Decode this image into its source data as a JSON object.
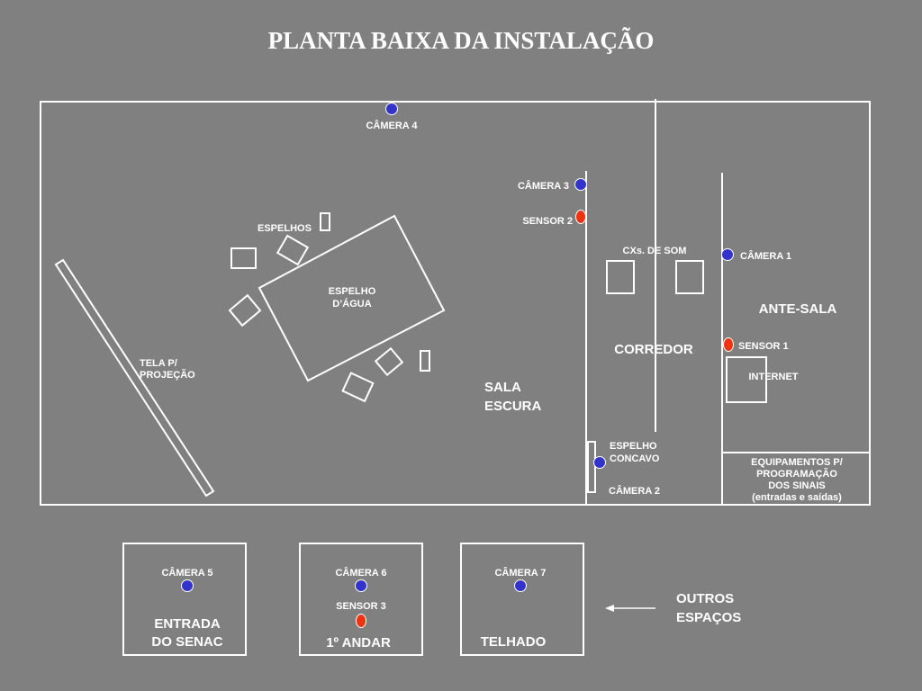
{
  "title": "PLANTA BAIXA DA INSTALAÇÃO",
  "colors": {
    "background": "#808080",
    "line": "#ffffff",
    "camera": "#3333cc",
    "sensor": "#ee3311"
  },
  "rooms": {
    "sala_escura": [
      "SALA",
      "ESCURA"
    ],
    "corredor": "CORREDOR",
    "ante_sala": "ANTE-SALA",
    "internet": "INTERNET",
    "equipamentos": [
      "EQUIPAMENTOS P/",
      "PROGRAMAÇÃO",
      "DOS SINAIS",
      "(entradas e saídas)"
    ]
  },
  "objects": {
    "espelhos": "ESPELHOS",
    "espelho_agua": [
      "ESPELHO",
      "D’ÁGUA"
    ],
    "tela": [
      "TELA P/",
      "PROJEÇÃO"
    ],
    "espelho_concavo": [
      "ESPELHO",
      "CONCAVO"
    ],
    "caixas_som": "CXs. DE SOM"
  },
  "devices": {
    "camera1": "CÂMERA 1",
    "camera2": "CÂMERA 2",
    "camera3": "CÂMERA 3",
    "camera4": "CÂMERA 4",
    "camera5": "CÂMERA 5",
    "camera6": "CÂMERA 6",
    "camera7": "CÂMERA 7",
    "sensor1": "SENSOR 1",
    "sensor2": "SENSOR 2",
    "sensor3": "SENSOR 3"
  },
  "other_spaces": {
    "label": [
      "OUTROS",
      "ESPAÇOS"
    ],
    "entrada": [
      "ENTRADA",
      "DO SENAC"
    ],
    "andar": "1º ANDAR",
    "telhado": "TELHADO"
  }
}
